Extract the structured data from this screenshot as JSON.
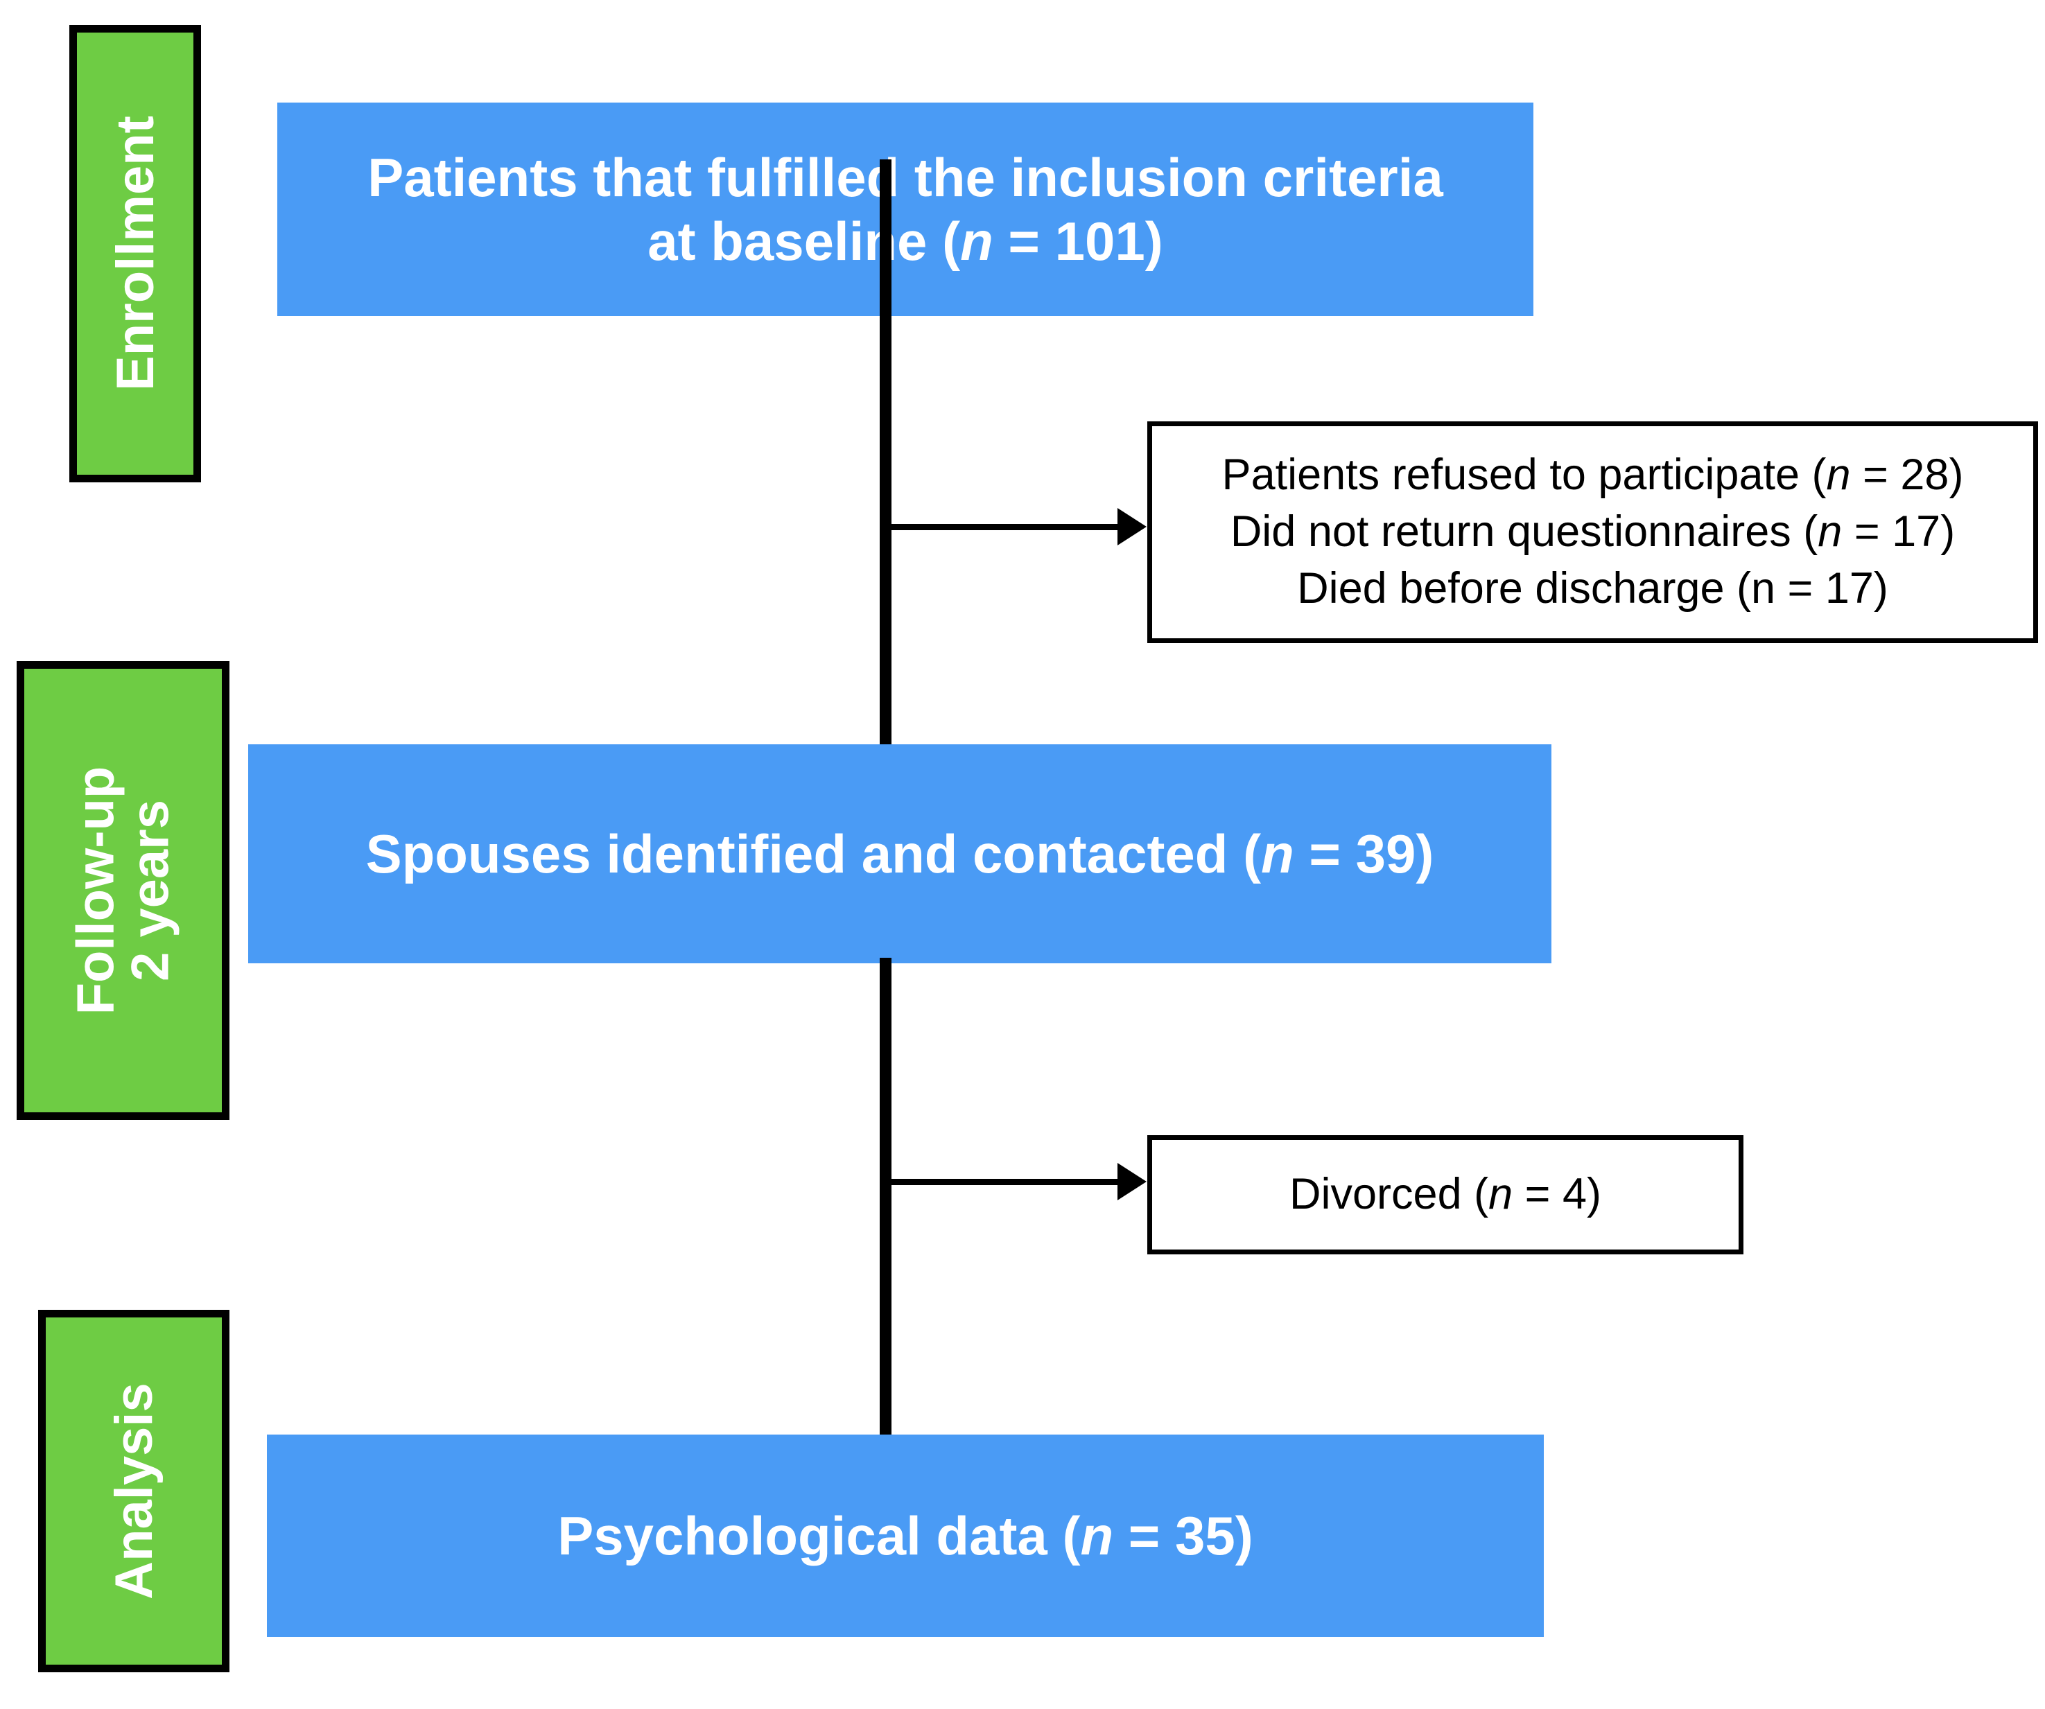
{
  "diagram": {
    "title": "CONSORT-style participant flow diagram",
    "colors": {
      "stage_fill": "#6ECC44",
      "stage_border": "#000000",
      "flow_box_fill": "#4A9BF5",
      "flow_box_text": "#FFFFFF",
      "exclusion_box_fill": "#FFFFFF",
      "exclusion_box_border": "#000000",
      "connector": "#000000"
    },
    "stages": [
      {
        "id": "enrollment",
        "label": "Enrollment"
      },
      {
        "id": "followup",
        "label_line1": "Follow-up",
        "label_line2": "2 years"
      },
      {
        "id": "analysis",
        "label": "Analysis"
      }
    ],
    "flow_boxes": [
      {
        "id": "baseline",
        "line1": "Patients that fulfilled the inclusion criteria",
        "line2_prefix": "at baseline (",
        "line2_n": "n",
        "line2_suffix": " = 101)"
      },
      {
        "id": "spouses",
        "line1_prefix": "Spouses identified and contacted (",
        "line1_n": "n",
        "line1_suffix": " = 39)"
      },
      {
        "id": "psychological",
        "line1_prefix": "Psychological data (",
        "line1_n": "n",
        "line1_suffix": " = 35)"
      }
    ],
    "exclusion_boxes": [
      {
        "id": "excluded-baseline",
        "lines": [
          {
            "prefix": "Patients refused to participate (",
            "n": "n",
            "suffix": " = 28)"
          },
          {
            "prefix": "Did not return questionnaires (",
            "n": "n",
            "suffix": " = 17)"
          },
          {
            "prefix": "Died before discharge (n = 17)",
            "n": "",
            "suffix": ""
          }
        ]
      },
      {
        "id": "excluded-divorced",
        "lines": [
          {
            "prefix": "Divorced (",
            "n": "n",
            "suffix": " = 4)"
          }
        ]
      }
    ],
    "counts": {
      "baseline_n": 101,
      "refused_n": 28,
      "no_questionnaire_n": 17,
      "died_n": 17,
      "spouses_n": 39,
      "divorced_n": 4,
      "psychological_n": 35
    }
  }
}
